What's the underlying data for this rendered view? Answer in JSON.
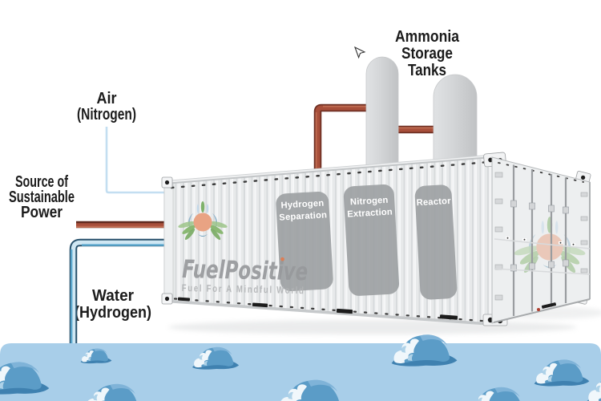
{
  "labels": {
    "ammonia": {
      "lines": [
        "Ammonia",
        "Storage",
        "Tanks"
      ]
    },
    "air": {
      "lines": [
        "Air",
        "(Nitrogen)"
      ]
    },
    "power": {
      "lines": [
        "Source of",
        "Sustainable",
        "Power"
      ]
    },
    "water": {
      "lines": [
        "Water",
        "(Hydrogen)"
      ]
    }
  },
  "container": {
    "brand": "FuelPositive",
    "tagline": "Fuel For A Mindful World",
    "panels": {
      "hydrogen_separation": {
        "lines": [
          "Hydrogen",
          "Separation"
        ]
      },
      "nitrogen_extraction": {
        "lines": [
          "Nitrogen",
          "Extraction"
        ]
      },
      "reactor": {
        "lines": [
          "Reactor"
        ]
      }
    }
  },
  "colors": {
    "water_fill": "#a8cee9",
    "wave_body": "#5b9cc7",
    "wave_dark": "#3f81b0",
    "wave_foam": "#f0f7fb",
    "pipe_red": "#a84f3a",
    "pipe_blue_dark": "#27506b",
    "air_line": "#c3def1",
    "panel_gray": "#9ea1a4",
    "container_light": "#e9ebed",
    "brand_gray": "#97999c",
    "logo_orange": "#e9a383"
  }
}
